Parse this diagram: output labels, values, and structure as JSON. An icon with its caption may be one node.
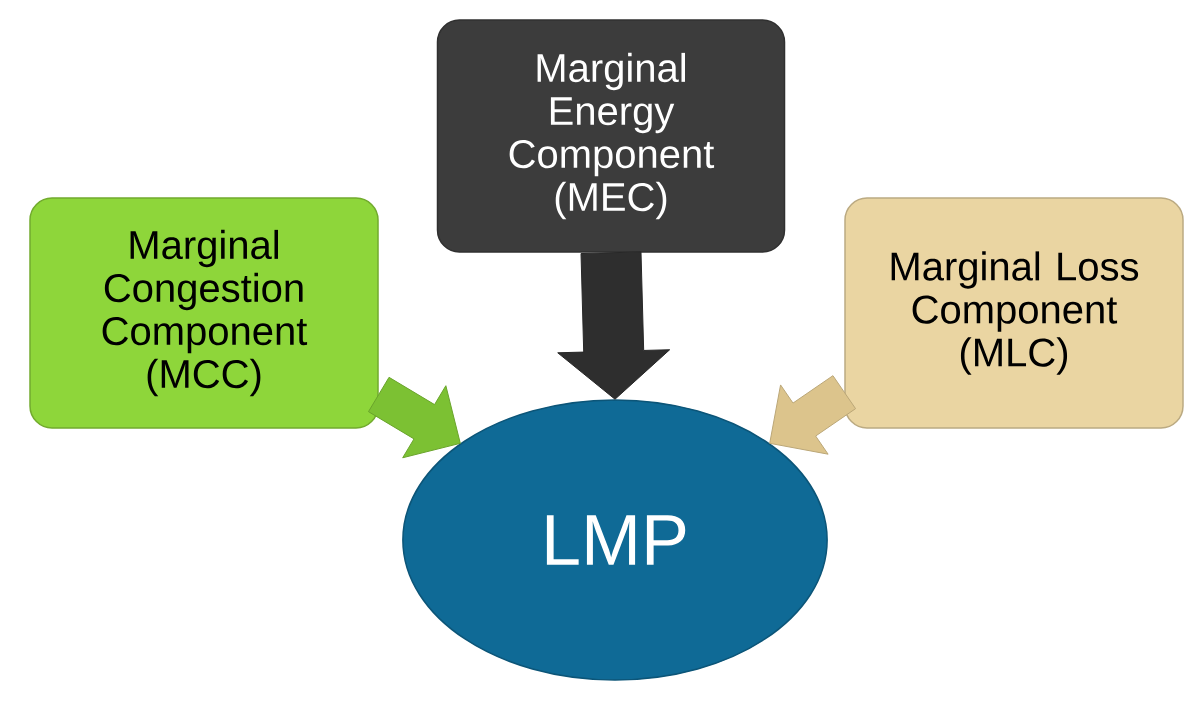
{
  "diagram": {
    "nodes": [
      {
        "text": [
          "Marginal Congestion Component (MCC)"
        ]
      },
      {
        "text": [
          "Marginal Energy Component (MEC)"
        ]
      },
      {
        "text": [
          "Marginal Loss Component (MLC)"
        ]
      },
      {
        "text": [
          "LMP"
        ]
      }
    ],
    "edges": [
      {
        "from": 0,
        "to": 3,
        "arrow": "to",
        "style": "thick",
        "color": "#7cc133"
      },
      {
        "from": 1,
        "to": 3,
        "arrow": "to",
        "style": "thick",
        "color": "#2e2e2e"
      },
      {
        "from": 2,
        "to": 3,
        "arrow": "to",
        "style": "thick",
        "color": "#dcc48c"
      }
    ]
  }
}
